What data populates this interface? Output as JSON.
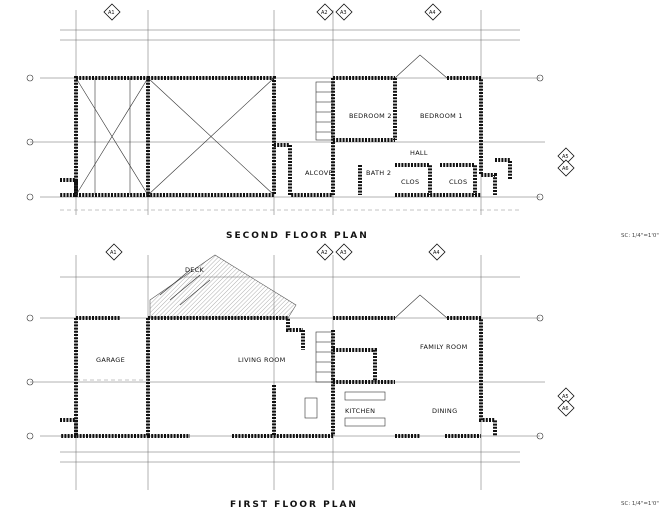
{
  "second_floor": {
    "title": "SECOND FLOOR PLAN",
    "scale": "SC: 1/4\"=1'0\"",
    "rooms": {
      "bedroom2": "BEDROOM 2",
      "bedroom1": "BEDROOM 1",
      "hall": "HALL",
      "alcove": "ALCOVE",
      "bath2": "BATH 2",
      "clos1": "CLOS",
      "clos2": "CLOS"
    }
  },
  "first_floor": {
    "title": "FIRST FLOOR PLAN",
    "scale": "SC: 1/4\"=1'0\"",
    "rooms": {
      "deck": "DECK",
      "garage": "GARAGE",
      "living": "LIVING ROOM",
      "family": "FAMILY ROOM",
      "kitchen": "KITCHEN",
      "dining": "DINING"
    }
  },
  "markers": {
    "top_a": "A1",
    "top_b": "A2",
    "top_c": "A3",
    "top_d": "A4",
    "mid_a": "A1",
    "mid_b": "A2",
    "mid_c": "A3",
    "mid_d": "A4",
    "side_1": "A5",
    "side_2": "A6",
    "side_3": "A5",
    "side_4": "A6"
  }
}
